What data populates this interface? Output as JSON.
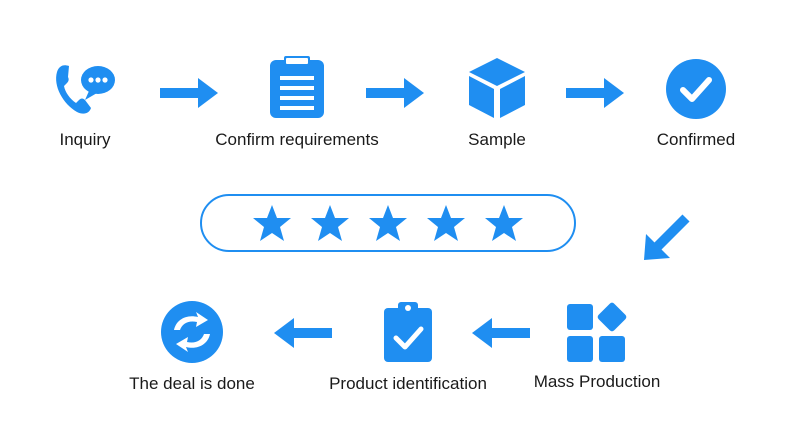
{
  "colors": {
    "accent": "#1f8ef1",
    "text": "#1a1a1a",
    "background": "#ffffff"
  },
  "steps": [
    {
      "label": "Inquiry",
      "icon": "phone-chat-icon"
    },
    {
      "label": "Confirm requirements",
      "icon": "clipboard-icon"
    },
    {
      "label": "Sample",
      "icon": "box-icon"
    },
    {
      "label": "Confirmed",
      "icon": "check-circle-icon"
    },
    {
      "label": "Mass Production",
      "icon": "blocks-icon"
    },
    {
      "label": "Product identification",
      "icon": "clipboard-check-icon"
    },
    {
      "label": "The deal is done",
      "icon": "exchange-icon"
    }
  ],
  "rating": {
    "stars": 5,
    "max": 5,
    "icon": "star-icon"
  }
}
